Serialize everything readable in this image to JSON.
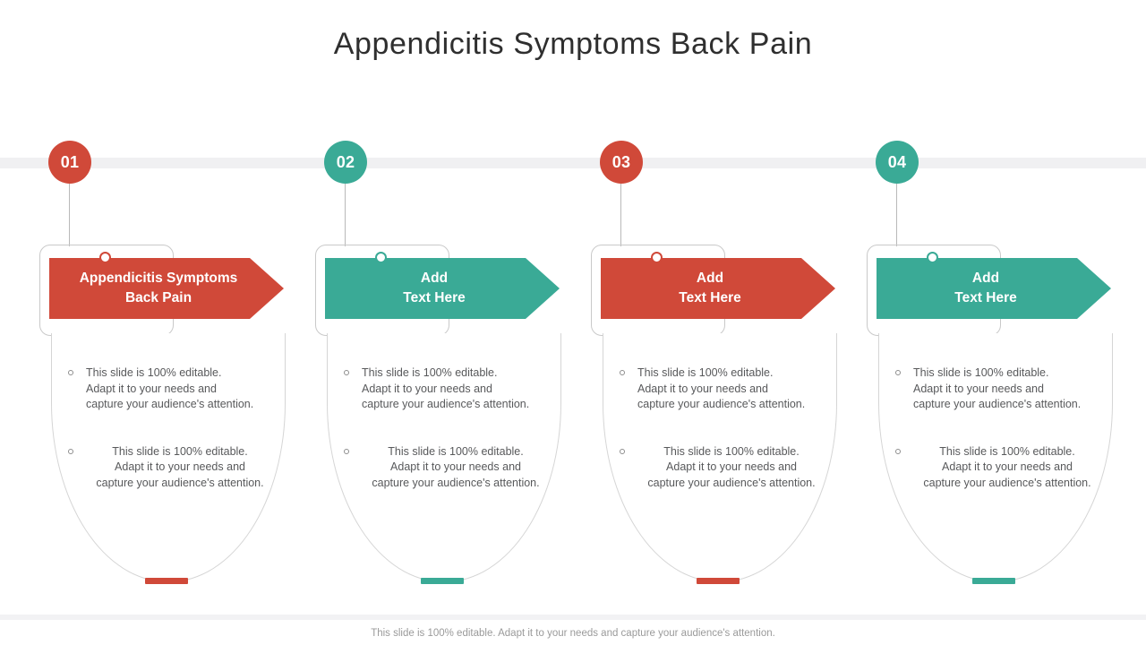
{
  "slide": {
    "title": "Appendicitis Symptoms Back Pain",
    "footer_note": "This slide is 100% editable. Adapt it to your needs and capture your audience's attention.",
    "accent_red": "#d04939",
    "accent_teal": "#3aaa96",
    "band_color": "#f0f0f2",
    "bullet_text": "This slide is 100% editable.\nAdapt it to your needs and\ncapture your audience's attention."
  },
  "columns": [
    {
      "number": "01",
      "banner_label": "Appendicitis Symptoms\nBack Pain",
      "color": "#d04939",
      "bullets": [
        "This slide is 100% editable.\nAdapt it to your needs and\ncapture your audience's attention.",
        "This slide is 100% editable.\nAdapt it to your needs and\ncapture your audience's attention."
      ]
    },
    {
      "number": "02",
      "banner_label": "Add\nText Here",
      "color": "#3aaa96",
      "bullets": [
        "This slide is 100% editable.\nAdapt it to your needs and\ncapture your audience's attention.",
        "This slide is 100% editable.\nAdapt it to your needs and\ncapture your audience's attention."
      ]
    },
    {
      "number": "03",
      "banner_label": "Add\nText Here",
      "color": "#d04939",
      "bullets": [
        "This slide is 100% editable.\nAdapt it to your needs and\ncapture your audience's attention.",
        "This slide is 100% editable.\nAdapt it to your needs and\ncapture your audience's attention."
      ]
    },
    {
      "number": "04",
      "banner_label": "Add\nText Here",
      "color": "#3aaa96",
      "bullets": [
        "This slide is 100% editable.\nAdapt it to your needs and\ncapture your audience's attention.",
        "This slide is 100% editable.\nAdapt it to your needs and\ncapture your audience's attention."
      ]
    }
  ]
}
